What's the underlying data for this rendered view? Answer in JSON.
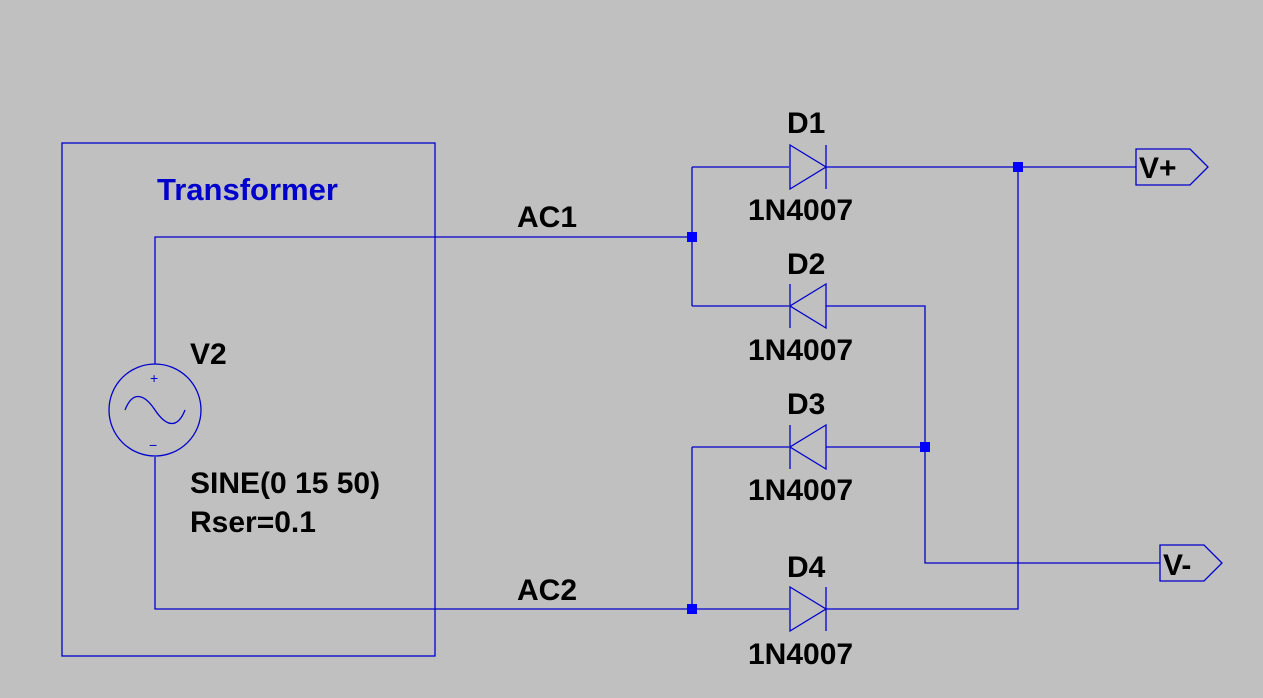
{
  "colors": {
    "background": "#c0c0c0",
    "wire": "#0000cc",
    "junction": "#0000ff",
    "text": "#000000",
    "transformer_title": "#0000cc"
  },
  "transformer": {
    "title": "Transformer"
  },
  "source": {
    "name": "V2",
    "value_line1": "SINE(0 15 50)",
    "value_line2": "Rser=0.1",
    "plus_symbol": "+",
    "minus_symbol": "−",
    "icon": "sine-source-icon"
  },
  "nets": {
    "ac1": "AC1",
    "ac2": "AC2"
  },
  "diodes": [
    {
      "name": "D1",
      "model": "1N4007"
    },
    {
      "name": "D2",
      "model": "1N4007"
    },
    {
      "name": "D3",
      "model": "1N4007"
    },
    {
      "name": "D4",
      "model": "1N4007"
    }
  ],
  "ports": {
    "vplus": "V+",
    "vminus": "V-"
  }
}
